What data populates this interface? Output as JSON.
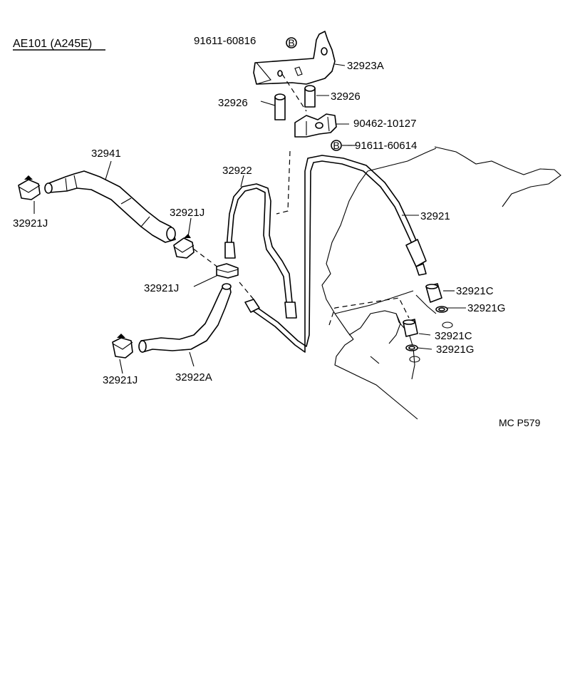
{
  "title": "AE101 (A245E)",
  "code": "MC P579",
  "bolt_badge": "B",
  "parts": {
    "p91611_60816": "91611-60816",
    "p32923A": "32923A",
    "p32926_left": "32926",
    "p32926_right": "32926",
    "p90462_10127": "90462-10127",
    "p91611_60614": "91611-60614",
    "p32941": "32941",
    "p32922": "32922",
    "p32921": "32921",
    "p32921J_topleft": "32921J",
    "p32921J_middle": "32921J",
    "p32921J_center": "32921J",
    "p32921J_bottomleft": "32921J",
    "p32921C_upper": "32921C",
    "p32921G_upper": "32921G",
    "p32921C_lower": "32921C",
    "p32921G_lower": "32921G",
    "p32922A": "32922A"
  }
}
